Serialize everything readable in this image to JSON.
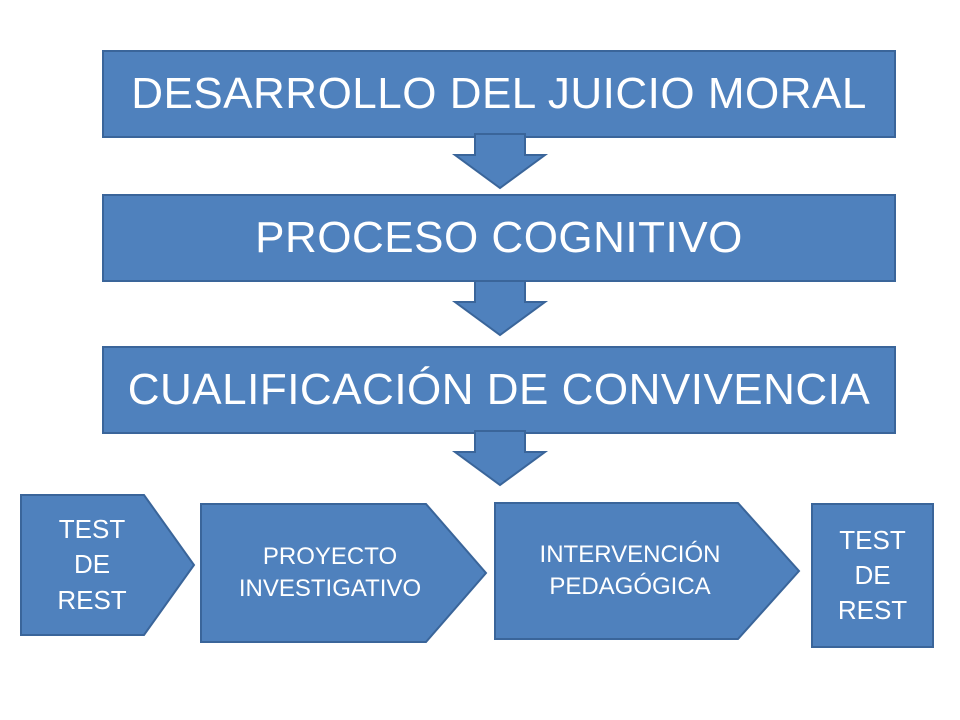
{
  "colors": {
    "fill": "#4f81bd",
    "stroke": "#3a659a",
    "text": "#ffffff",
    "background": "#ffffff"
  },
  "flow": {
    "step1": "DESARROLLO DEL JUICIO MORAL",
    "step2": "PROCESO COGNITIVO",
    "step3": "CUALIFICACIÓN DE CONVIVENCIA"
  },
  "process": {
    "test_left": {
      "line1": "TEST",
      "line2": "DE",
      "line3": "REST"
    },
    "proyecto": {
      "line1": "PROYECTO",
      "line2": "INVESTIGATIVO"
    },
    "intervencion": {
      "line1": "INTERVENCIÓN",
      "line2": "PEDAGÓGICA"
    },
    "test_right": {
      "line1": "TEST",
      "line2": "DE",
      "line3": "REST"
    }
  }
}
